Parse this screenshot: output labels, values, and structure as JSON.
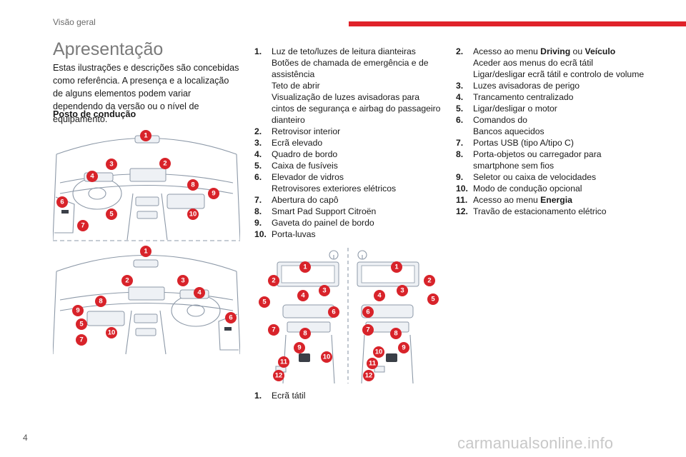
{
  "header": {
    "section": "Visão geral",
    "accent_color": "#e0222a"
  },
  "page": {
    "title": "Apresentação",
    "number": "4"
  },
  "intro": "Estas ilustrações e descrições são concebidas como referência. A presença e a localização de alguns elementos podem variar dependendo da versão ou o nível de equipamento.",
  "subheading": "Posto de condução",
  "badge_color": "#d8232a",
  "cockpit_top_badges": [
    "1",
    "2",
    "3",
    "4",
    "5",
    "6",
    "7",
    "8",
    "9",
    "10"
  ],
  "cockpit_bottom_badges": [
    "1",
    "2",
    "3",
    "4",
    "5",
    "6",
    "7",
    "8",
    "9",
    "10"
  ],
  "console_left_badges": [
    "1",
    "2",
    "3",
    "4",
    "5",
    "6",
    "7",
    "8",
    "9",
    "10",
    "11",
    "12"
  ],
  "console_right_badges": [
    "1",
    "2",
    "3",
    "4",
    "5",
    "6",
    "7",
    "8",
    "9",
    "10",
    "11",
    "12"
  ],
  "list1": [
    {
      "num": "1.",
      "lines": [
        "Luz de teto/luzes de leitura dianteiras",
        "Botões de chamada de emergência e de assistência",
        "Teto de abrir",
        "Visualização de luzes avisadoras para cintos de segurança e airbag do passageiro dianteiro"
      ]
    },
    {
      "num": "2.",
      "lines": [
        "Retrovisor interior"
      ]
    },
    {
      "num": "3.",
      "lines": [
        "Ecrã elevado"
      ]
    },
    {
      "num": "4.",
      "lines": [
        "Quadro de bordo"
      ]
    },
    {
      "num": "5.",
      "lines": [
        "Caixa de fusíveis"
      ]
    },
    {
      "num": "6.",
      "lines": [
        "Elevador de vidros",
        "Retrovisores exteriores elétricos"
      ]
    },
    {
      "num": "7.",
      "lines": [
        "Abertura do capô"
      ]
    },
    {
      "num": "8.",
      "lines": [
        "Smart Pad Support Citroën"
      ]
    },
    {
      "num": "9.",
      "lines": [
        "Gaveta do painel de bordo"
      ]
    },
    {
      "num": "10.",
      "lines": [
        "Porta-luvas"
      ]
    }
  ],
  "list2": [
    {
      "num": "1.",
      "lines": [
        "Ecrã tátil"
      ]
    }
  ],
  "list3": {
    "item2": {
      "num": "2.",
      "pre": "Acesso ao menu ",
      "b1": "Driving",
      "mid": " ou ",
      "b2": "Veículo",
      "line2": "Aceder aos menus do ecrã tátil",
      "line3": "Ligar/desligar ecrã tátil e controlo de volume"
    },
    "items": [
      {
        "num": "3.",
        "lines": [
          "Luzes avisadoras de perigo"
        ]
      },
      {
        "num": "4.",
        "lines": [
          "Trancamento centralizado"
        ]
      },
      {
        "num": "5.",
        "lines": [
          "Ligar/desligar o motor"
        ]
      },
      {
        "num": "6.",
        "lines": [
          "Comandos do",
          "Bancos aquecidos"
        ]
      },
      {
        "num": "7.",
        "lines": [
          "Portas USB (tipo A/tipo C)"
        ]
      },
      {
        "num": "8.",
        "lines": [
          "Porta-objetos ou carregador para smartphone sem fios"
        ]
      },
      {
        "num": "9.",
        "lines": [
          "Seletor ou caixa de velocidades"
        ]
      },
      {
        "num": "10.",
        "lines": [
          "Modo de condução opcional"
        ]
      }
    ],
    "item11": {
      "num": "11.",
      "pre": "Acesso ao menu ",
      "b": "Energia"
    },
    "item12": {
      "num": "12.",
      "lines": [
        "Travão de estacionamento elétrico"
      ]
    }
  },
  "watermark": "carmanualsonline.info"
}
